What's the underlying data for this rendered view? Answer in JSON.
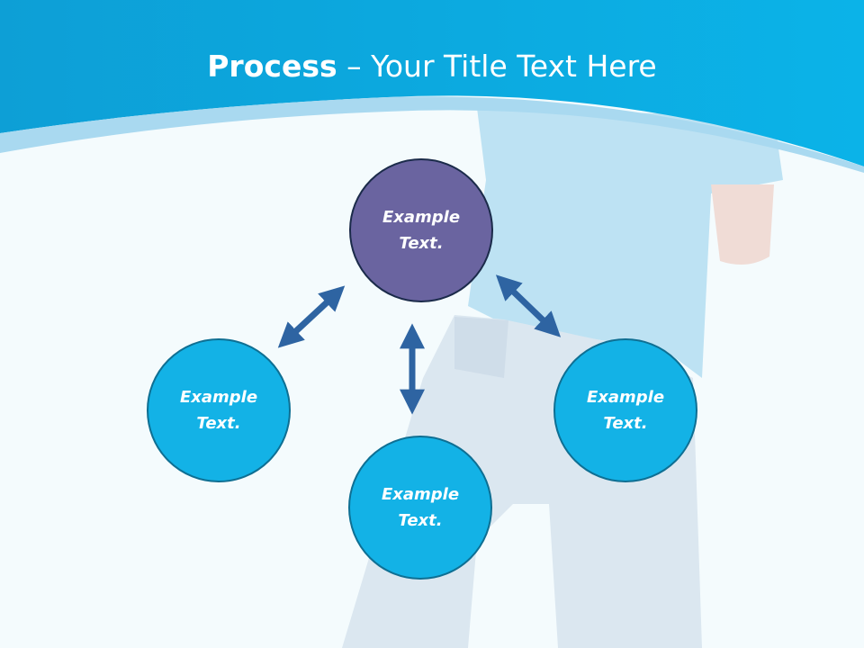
{
  "title": {
    "bold": "Process",
    "rest": " – Your Title Text Here"
  },
  "nodes": {
    "top": "Example Text.",
    "left": "Example Text.",
    "bottom": "Example Text.",
    "right": "Example Text."
  },
  "colors": {
    "header_blue": "#0aa6dc",
    "top_circle": "#6a64a0",
    "side_circles": "#13b2e6",
    "arrows": "#2e64a2"
  }
}
